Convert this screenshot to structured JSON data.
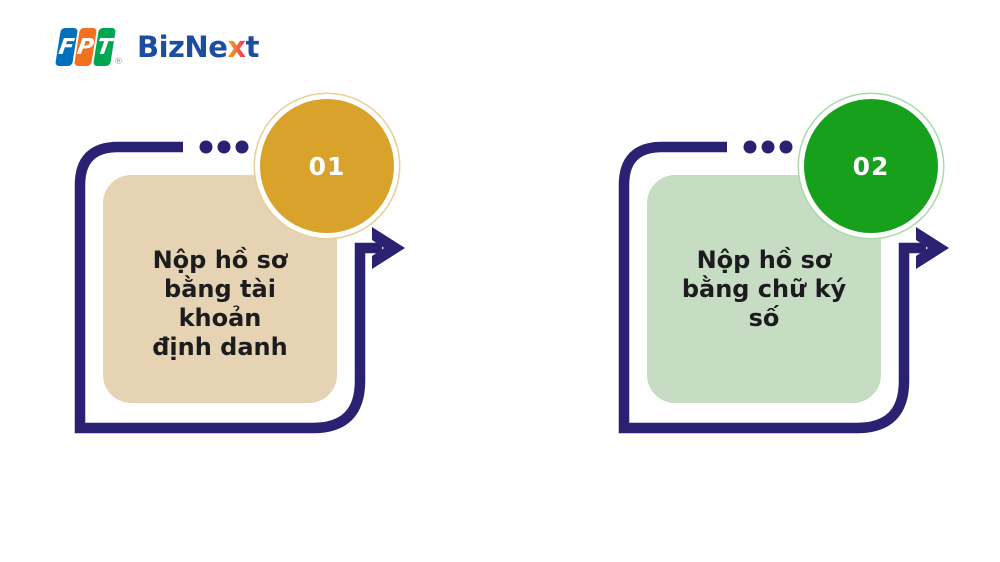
{
  "logo": {
    "fpt": {
      "letters": [
        "F",
        "P",
        "T"
      ],
      "colors": [
        "#0072bc",
        "#f37021",
        "#00a651"
      ],
      "registered": "®"
    },
    "brand": {
      "pre": "BizNe",
      "x": "x",
      "post": "t",
      "blue": "#1d4da0",
      "x_gradient_from": "#f7941d",
      "x_gradient_to": "#ee3d5e"
    }
  },
  "frame": {
    "stroke_color": "#2b2173"
  },
  "steps": [
    {
      "number": "01",
      "lines": [
        "Nộp hồ sơ",
        "bằng tài",
        "khoản",
        "định danh"
      ],
      "circle_color": "#d8a22b",
      "ring_color": "#e8cf96",
      "card_color": "#e5d3b4"
    },
    {
      "number": "02",
      "lines": [
        "Nộp hồ sơ",
        "bằng chữ ký",
        "số"
      ],
      "circle_color": "#17a01b",
      "ring_color": "#abd9a9",
      "card_color": "#c6dcc3"
    }
  ]
}
